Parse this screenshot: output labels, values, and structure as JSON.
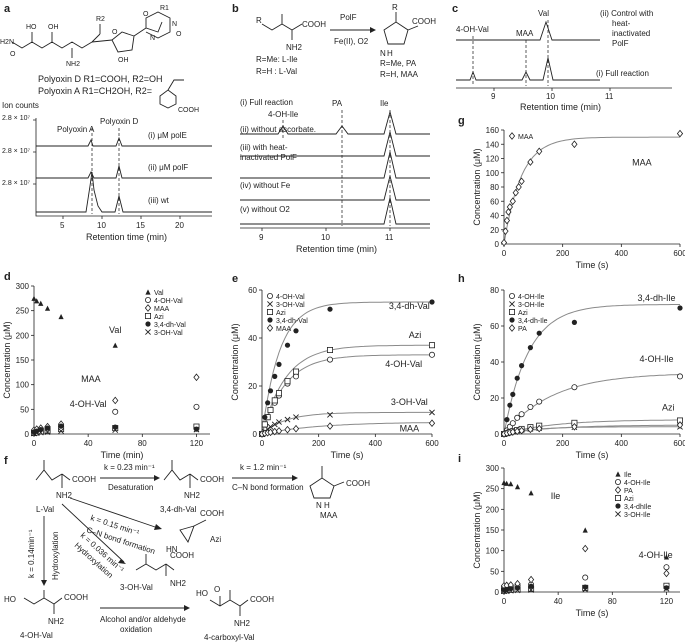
{
  "labels": {
    "a": {
      "panel": "a",
      "struct_r": [
        "R2",
        "R1",
        "HO",
        "OH",
        "NH2",
        "O",
        "OH",
        "N",
        "N",
        "O",
        "O",
        "H2N",
        "O"
      ],
      "polyoxin_d": "Polyoxin D R1=COOH, R2=OH",
      "polyoxin_a": "Polyoxin A R1=CH2OH, R2=",
      "cooh": "COOH",
      "ion_counts": "Ion counts",
      "scale": "2.8 × 10⁷",
      "peak_a": "Polyoxin A",
      "peak_d": "Polyoxin D",
      "trace_labels": [
        "(i) μM polE",
        "(ii) μM polF",
        "(iii) wt"
      ],
      "x_ticks": [
        "5",
        "10",
        "15",
        "20"
      ],
      "xlabel": "Retention time (min)"
    },
    "b": {
      "panel": "b",
      "substrate": [
        "R",
        "COOH",
        "NH2"
      ],
      "r_defs": [
        "R=Me: L-Ile",
        "R=H : L-Val"
      ],
      "enzyme": "PolF",
      "cofactor": "Fe(II),  O2",
      "product": [
        "R",
        "COOH",
        "N",
        "H"
      ],
      "p_defs": [
        "R=Me, PA",
        "R=H, MAA"
      ],
      "peaks": [
        "PA",
        "Ile",
        "4-OH-Ile"
      ],
      "traces": [
        "(i) Full reaction",
        "(ii) without ascorbate.",
        "(iii) with heat-",
        "inactivated PolF",
        "(iv) without Fe",
        "(v) without O2"
      ],
      "x_ticks": [
        "9",
        "10",
        "11"
      ],
      "xlabel": "Retention time (min)"
    },
    "c": {
      "panel": "c",
      "peaks": [
        "Val",
        "4-OH-Val",
        "MAA"
      ],
      "control": [
        "(ii) Control with",
        "heat-",
        "inactivated",
        "PolF"
      ],
      "full": "(i) Full reaction",
      "x_ticks": [
        "9",
        "10",
        "11"
      ],
      "xlabel": "Retention time (min)"
    },
    "f": {
      "panel": "f",
      "rates": [
        "k = 0.23 min⁻¹",
        "k = 1.2 min⁻¹",
        "k = 0.15 min⁻¹",
        "k = 0.036 min⁻¹",
        "k = 0.14min⁻¹"
      ],
      "steps": [
        "Desaturation",
        "C–N bond formation",
        "C–N bond formation",
        "Hydroxylation",
        "Hydroxylation",
        "Alcohol and/or aldehyde",
        "oxidation"
      ],
      "compounds": [
        "L-Val",
        "3,4-dh-Val",
        "MAA",
        "Azi",
        "3-OH-Val",
        "4-OH-Val",
        "4-carboxyl-Val"
      ],
      "groups": [
        "COOH",
        "NH2",
        "HN",
        "N",
        "H",
        "HO",
        "OH",
        "O"
      ]
    },
    "ylabel_conc": "Concentration (μM)",
    "xlabel_min": "Time (min)",
    "xlabel_s": "Time (s)"
  },
  "chart_data": [
    {
      "panel": "d",
      "type": "scatter",
      "xlabel": "Time (min)",
      "ylabel": "Concentration (μM)",
      "xlim": [
        0,
        130
      ],
      "ylim": [
        0,
        300
      ],
      "xticks": [
        0,
        40,
        80,
        120
      ],
      "yticks": [
        0,
        50,
        100,
        150,
        200,
        250,
        300
      ],
      "annotations": [
        {
          "text": "Val",
          "x": 60,
          "y": 205
        },
        {
          "text": "MAA",
          "x": 42,
          "y": 105
        },
        {
          "text": "4-OH-Val",
          "x": 40,
          "y": 55
        }
      ],
      "series": [
        {
          "name": "Val",
          "marker": "triangle",
          "x": [
            0,
            2,
            5,
            10,
            20,
            60,
            120
          ],
          "y": [
            275,
            270,
            265,
            255,
            238,
            180,
            10
          ]
        },
        {
          "name": "4-OH-Val",
          "marker": "circle-open",
          "x": [
            0,
            2,
            5,
            10,
            20,
            60,
            120
          ],
          "y": [
            5,
            8,
            10,
            13,
            17,
            45,
            55
          ]
        },
        {
          "name": "MAA",
          "marker": "diamond-open",
          "x": [
            0,
            2,
            5,
            10,
            20,
            60,
            120
          ],
          "y": [
            8,
            10,
            12,
            15,
            20,
            68,
            115
          ]
        },
        {
          "name": "Azi",
          "marker": "square-open",
          "x": [
            0,
            2,
            5,
            10,
            20,
            60,
            120
          ],
          "y": [
            2,
            3,
            5,
            7,
            10,
            12,
            15
          ]
        },
        {
          "name": "3,4-dh-Val",
          "marker": "circle-filled",
          "x": [
            0,
            2,
            5,
            10,
            20,
            60,
            120
          ],
          "y": [
            4,
            6,
            9,
            12,
            16,
            14,
            10
          ]
        },
        {
          "name": "3-OH-Val",
          "marker": "cross",
          "x": [
            0,
            2,
            5,
            10,
            20,
            60,
            120
          ],
          "y": [
            1,
            2,
            3,
            4,
            6,
            8,
            9
          ]
        }
      ]
    },
    {
      "panel": "e",
      "type": "scatter",
      "xlabel": "Time (s)",
      "ylabel": "Concentration (μM)",
      "xlim": [
        0,
        600
      ],
      "ylim": [
        0,
        60
      ],
      "xticks": [
        0,
        200,
        400,
        600
      ],
      "yticks": [
        0,
        20,
        40,
        60
      ],
      "annotations": [
        {
          "text": "3,4-dh-Val",
          "x": 520,
          "y": 52
        },
        {
          "text": "Azi",
          "x": 540,
          "y": 40
        },
        {
          "text": "4-OH-Val",
          "x": 500,
          "y": 28
        },
        {
          "text": "3-OH-Val",
          "x": 520,
          "y": 12
        },
        {
          "text": "MAA",
          "x": 520,
          "y": 1
        }
      ],
      "series": [
        {
          "name": "4-OH-Val",
          "marker": "circle-open",
          "plateau": 33,
          "k": 0.012,
          "x": [
            0,
            10,
            20,
            30,
            45,
            60,
            90,
            120,
            240,
            600
          ],
          "y": [
            0,
            4,
            7,
            10,
            13,
            16,
            21,
            24,
            31,
            33
          ]
        },
        {
          "name": "3-OH-Val",
          "marker": "cross",
          "plateau": 9,
          "k": 0.012,
          "x": [
            0,
            10,
            20,
            30,
            45,
            60,
            90,
            120,
            240,
            600
          ],
          "y": [
            0,
            1,
            2,
            3,
            4,
            5,
            6,
            7,
            8,
            9
          ]
        },
        {
          "name": "Azi",
          "marker": "square-open",
          "plateau": 37,
          "k": 0.012,
          "x": [
            0,
            10,
            20,
            30,
            45,
            60,
            90,
            120,
            240,
            600
          ],
          "y": [
            0,
            4,
            7,
            10,
            14,
            17,
            22,
            26,
            35,
            37
          ]
        },
        {
          "name": "3,4-dh-Val",
          "marker": "circle-filled",
          "plateau": 55,
          "k": 0.016,
          "x": [
            0,
            10,
            20,
            30,
            45,
            60,
            90,
            120,
            240,
            600
          ],
          "y": [
            0,
            7,
            13,
            18,
            24,
            29,
            37,
            43,
            52,
            55
          ]
        },
        {
          "name": "MAA",
          "marker": "diamond-open",
          "plateau": 5,
          "k": 0.005,
          "x": [
            0,
            10,
            20,
            30,
            45,
            60,
            90,
            120,
            240,
            600
          ],
          "y": [
            0,
            0.3,
            0.5,
            0.7,
            1,
            1.3,
            1.8,
            2.2,
            3.3,
            4.5
          ]
        }
      ]
    },
    {
      "panel": "g",
      "type": "scatter",
      "xlabel": "Time (s)",
      "ylabel": "Concentration (μM)",
      "xlim": [
        0,
        600
      ],
      "ylim": [
        0,
        160
      ],
      "xticks": [
        0,
        200,
        400,
        600
      ],
      "yticks": [
        0,
        20,
        40,
        60,
        80,
        100,
        120,
        140,
        160
      ],
      "annotations": [
        {
          "text": "MAA",
          "x": 470,
          "y": 110
        }
      ],
      "series": [
        {
          "name": "MAA",
          "marker": "diamond-open",
          "plateau": 150,
          "k": 0.017,
          "x": [
            0,
            5,
            10,
            15,
            20,
            30,
            40,
            50,
            60,
            90,
            120,
            240,
            600
          ],
          "y": [
            2,
            18,
            33,
            45,
            52,
            60,
            72,
            80,
            88,
            115,
            130,
            140,
            155
          ]
        }
      ]
    },
    {
      "panel": "h",
      "type": "scatter",
      "xlabel": "Time (s)",
      "ylabel": "Concentration (μM)",
      "xlim": [
        0,
        600
      ],
      "ylim": [
        0,
        80
      ],
      "xticks": [
        0,
        200,
        400,
        600
      ],
      "yticks": [
        0,
        20,
        40,
        60,
        80
      ],
      "annotations": [
        {
          "text": "3,4-dh-Ile",
          "x": 520,
          "y": 74
        },
        {
          "text": "4-OH-Ile",
          "x": 520,
          "y": 40
        },
        {
          "text": "Azi",
          "x": 560,
          "y": 13
        }
      ],
      "series": [
        {
          "name": "4-OH-Ile",
          "marker": "circle-open",
          "plateau": 34,
          "k": 0.006,
          "x": [
            0,
            10,
            20,
            30,
            45,
            60,
            90,
            120,
            240,
            600
          ],
          "y": [
            0,
            2,
            4,
            6,
            9,
            11,
            15,
            18,
            26,
            32
          ]
        },
        {
          "name": "3-OH-Ile",
          "marker": "cross",
          "plateau": 4,
          "k": 0.01,
          "x": [
            0,
            10,
            20,
            30,
            45,
            60,
            90,
            120,
            240,
            600
          ],
          "y": [
            0,
            0.5,
            1,
            1.3,
            1.8,
            2.2,
            2.8,
            3.2,
            3.8,
            4
          ]
        },
        {
          "name": "Azi",
          "marker": "square-open",
          "plateau": 8,
          "k": 0.006,
          "x": [
            0,
            10,
            20,
            30,
            45,
            60,
            90,
            120,
            240,
            600
          ],
          "y": [
            0,
            0.5,
            1,
            1.5,
            2.2,
            2.8,
            3.8,
            4.6,
            6.2,
            7.5
          ]
        },
        {
          "name": "3,4-dh-Ile",
          "marker": "circle-filled",
          "plateau": 72,
          "k": 0.012,
          "x": [
            0,
            10,
            20,
            30,
            45,
            60,
            90,
            120,
            240,
            600
          ],
          "y": [
            0,
            8,
            16,
            22,
            31,
            38,
            48,
            56,
            62,
            70
          ]
        },
        {
          "name": "PA",
          "marker": "diamond-open",
          "plateau": 5,
          "k": 0.006,
          "x": [
            0,
            10,
            20,
            30,
            45,
            60,
            90,
            120,
            240,
            600
          ],
          "y": [
            0,
            0.4,
            0.8,
            1.1,
            1.5,
            1.9,
            2.6,
            3,
            4,
            5
          ]
        }
      ]
    },
    {
      "panel": "i",
      "type": "scatter",
      "xlabel": "Time (s)",
      "ylabel": "Concentration (μM)",
      "xlim": [
        0,
        130
      ],
      "ylim": [
        0,
        300
      ],
      "xticks": [
        0,
        40,
        80,
        120
      ],
      "yticks": [
        0,
        50,
        100,
        150,
        200,
        250,
        300
      ],
      "annotations": [
        {
          "text": "Ile",
          "x": 38,
          "y": 225
        },
        {
          "text": "4-OH-Ile",
          "x": 112,
          "y": 82
        }
      ],
      "series": [
        {
          "name": "Ile",
          "marker": "triangle",
          "x": [
            0,
            2,
            5,
            10,
            20,
            60,
            120
          ],
          "y": [
            265,
            263,
            262,
            255,
            240,
            150,
            85
          ]
        },
        {
          "name": "4-OH-Ile",
          "marker": "circle-open",
          "x": [
            0,
            2,
            5,
            10,
            20,
            60,
            120
          ],
          "y": [
            12,
            13,
            14,
            16,
            18,
            35,
            60
          ]
        },
        {
          "name": "PA",
          "marker": "diamond-open",
          "x": [
            0,
            2,
            5,
            10,
            20,
            60,
            120
          ],
          "y": [
            15,
            16,
            17,
            20,
            30,
            105,
            45
          ]
        },
        {
          "name": "Azi",
          "marker": "square-open",
          "x": [
            0,
            2,
            5,
            10,
            20,
            60,
            120
          ],
          "y": [
            3,
            4,
            5,
            6,
            8,
            10,
            15
          ]
        },
        {
          "name": "3,4-dhIle",
          "marker": "circle-filled",
          "x": [
            0,
            2,
            5,
            10,
            20,
            60,
            120
          ],
          "y": [
            5,
            6,
            8,
            10,
            14,
            12,
            10
          ]
        },
        {
          "name": "3-OH-Ile",
          "marker": "cross",
          "x": [
            0,
            2,
            5,
            10,
            20,
            60,
            120
          ],
          "y": [
            2,
            2,
            3,
            4,
            5,
            6,
            8
          ]
        }
      ]
    }
  ]
}
